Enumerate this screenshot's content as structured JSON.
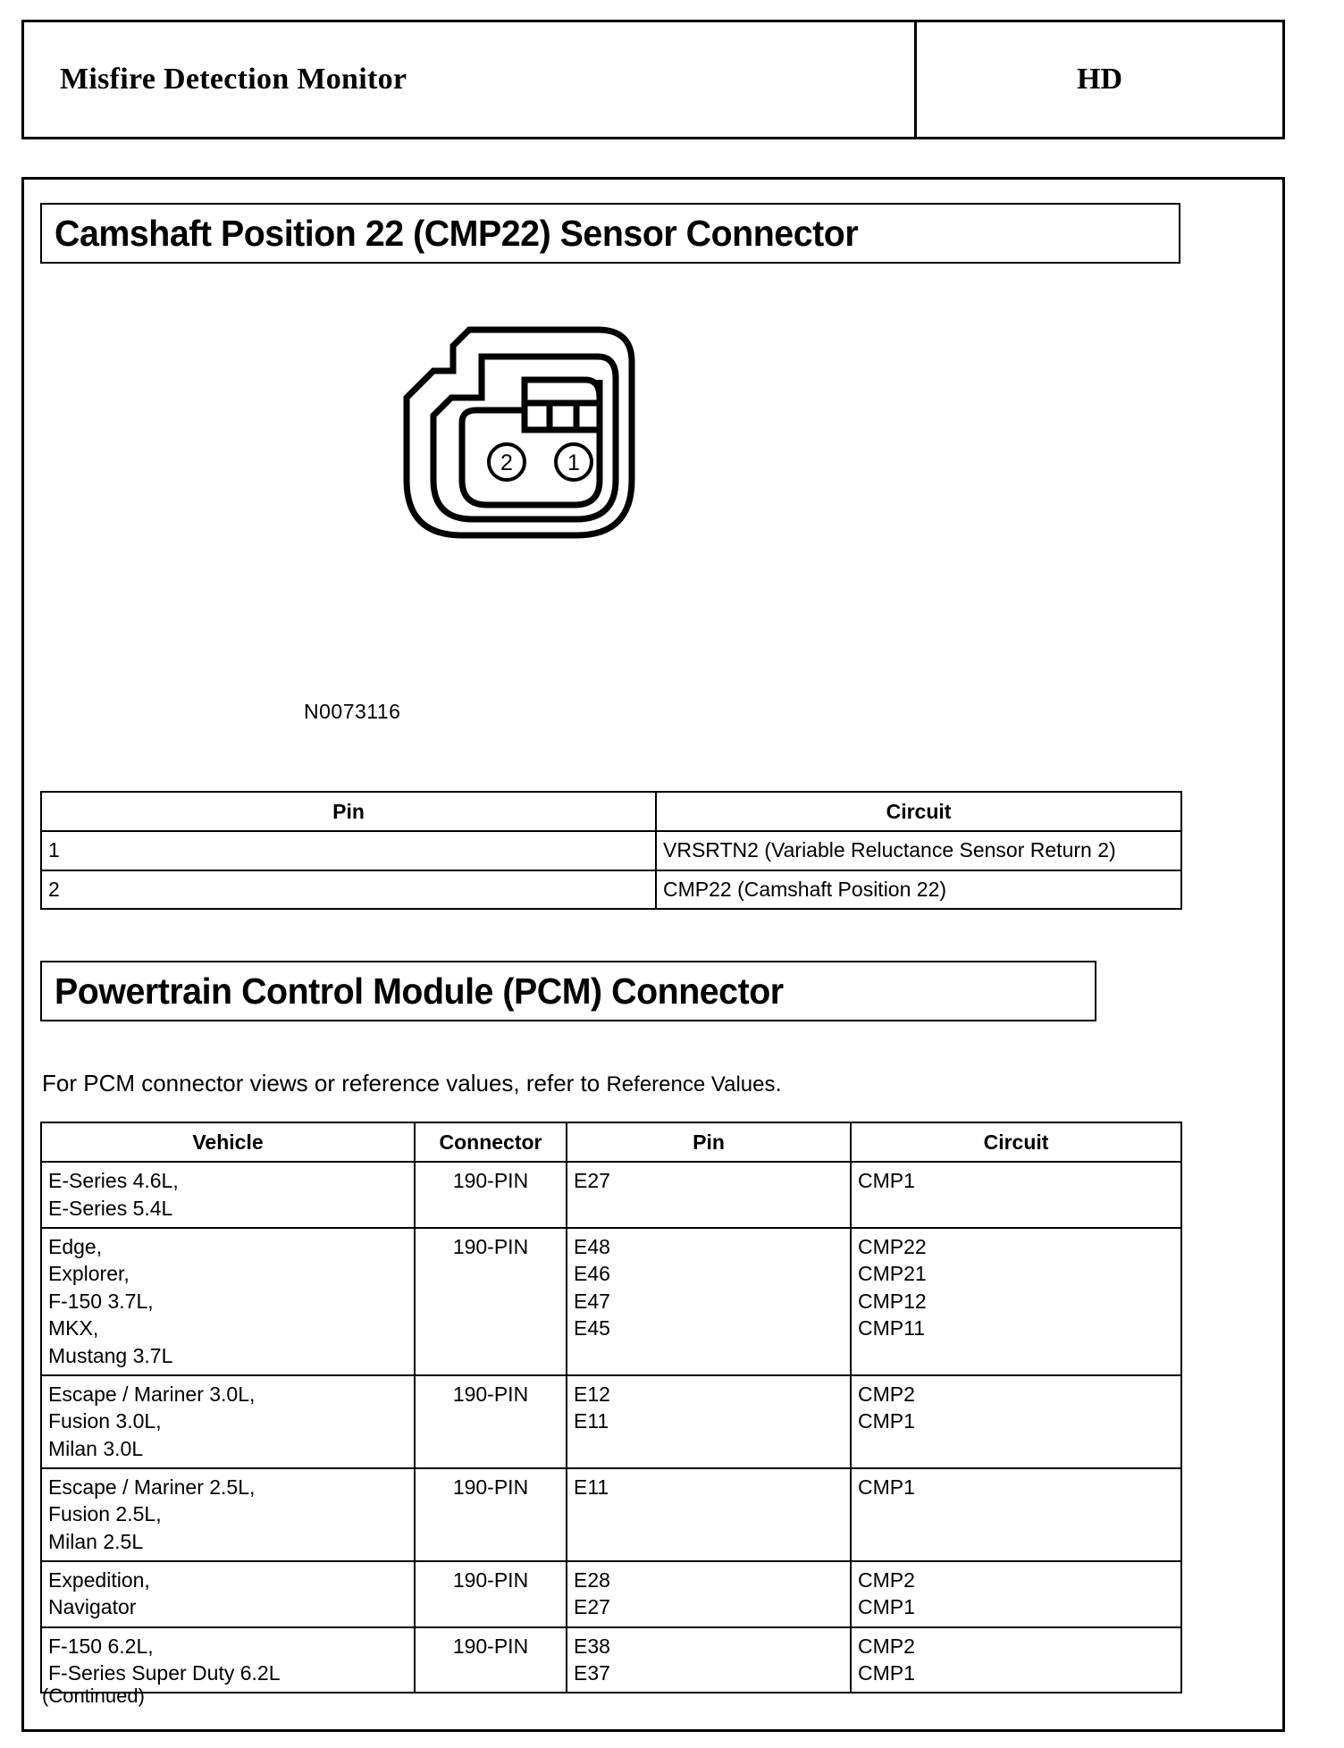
{
  "header": {
    "title": "Misfire Detection Monitor",
    "badge": "HD"
  },
  "sections": {
    "cmp22_banner": "Camshaft Position 22 (CMP22) Sensor Connector",
    "pcm_banner": "Powertrain Control Module (PCM) Connector"
  },
  "connector_figure": {
    "part_number": "N0073116",
    "pin_labels": [
      "2",
      "1"
    ]
  },
  "pin_table": {
    "headers": [
      "Pin",
      "Circuit"
    ],
    "rows": [
      {
        "pin": "1",
        "circuit": "VRSRTN2 (Variable Reluctance Sensor Return 2)"
      },
      {
        "pin": "2",
        "circuit": "CMP22 (Camshaft Position 22)"
      }
    ]
  },
  "pcm_note": {
    "text_before": "For PCM connector views or reference values, refer to ",
    "reference_link": "Reference Values",
    "text_after": "."
  },
  "pcm_table": {
    "headers": [
      "Vehicle",
      "Connector",
      "Pin",
      "Circuit"
    ],
    "rows": [
      {
        "vehicle": "E-Series 4.6L,\nE-Series 5.4L",
        "connector": "190-PIN",
        "pin": "E27",
        "circuit": "CMP1"
      },
      {
        "vehicle": "Edge,\nExplorer,\nF-150 3.7L,\nMKX,\nMustang 3.7L",
        "connector": "190-PIN",
        "pin": "E48\nE46\nE47\nE45",
        "circuit": "CMP22\nCMP21\nCMP12\nCMP11"
      },
      {
        "vehicle": "Escape / Mariner 3.0L,\nFusion 3.0L,\nMilan 3.0L",
        "connector": "190-PIN",
        "pin": "E12\nE11",
        "circuit": "CMP2\nCMP1"
      },
      {
        "vehicle": "Escape / Mariner 2.5L,\nFusion 2.5L,\nMilan 2.5L",
        "connector": "190-PIN",
        "pin": "E11",
        "circuit": "CMP1"
      },
      {
        "vehicle": "Expedition,\nNavigator",
        "connector": "190-PIN",
        "pin": "E28\nE27",
        "circuit": "CMP2\nCMP1"
      },
      {
        "vehicle": "F-150 6.2L,\nF-Series Super Duty 6.2L",
        "connector": "190-PIN",
        "pin": "E38\nE37",
        "circuit": "CMP2\nCMP1"
      }
    ]
  },
  "footer": {
    "continued": "(Continued)"
  }
}
